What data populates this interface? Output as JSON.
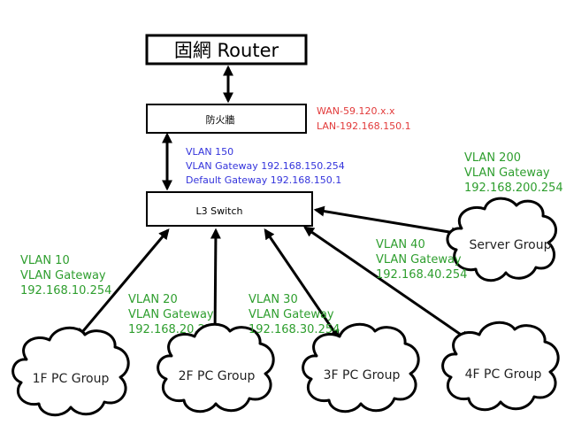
{
  "colors": {
    "green": "#2e9e2e",
    "blue": "#3434dc",
    "red": "#e23b3b",
    "line": "#000000"
  },
  "router": {
    "label": "固網 Router"
  },
  "firewall": {
    "label": "防火牆",
    "wan": "WAN-59.120.x.x",
    "lan": "LAN-192.168.150.1"
  },
  "l3switch": {
    "label": "L3 Switch",
    "vlan": "VLAN 150",
    "gateway": "VLAN Gateway 192.168.150.254",
    "default_gateway": "Default Gateway 192.168.150.1"
  },
  "groups": {
    "server": {
      "label": "Server Group",
      "vlan": "VLAN 200",
      "gw_label": "VLAN Gateway",
      "gw_ip": "192.168.200.254"
    },
    "f4": {
      "label": "4F PC Group",
      "vlan": "VLAN 40",
      "gw_label": "VLAN Gateway",
      "gw_ip": "192.168.40.254"
    },
    "f1": {
      "label": "1F PC Group",
      "vlan": "VLAN 10",
      "gw_label": "VLAN Gateway",
      "gw_ip": "192.168.10.254"
    },
    "f2": {
      "label": "2F PC Group",
      "vlan": "VLAN 20",
      "gw_label": "VLAN Gateway",
      "gw_ip": "192.168.20.254"
    },
    "f3": {
      "label": "3F PC Group",
      "vlan": "VLAN 30",
      "gw_label": "VLAN Gateway",
      "gw_ip": "192.168.30.254"
    }
  }
}
